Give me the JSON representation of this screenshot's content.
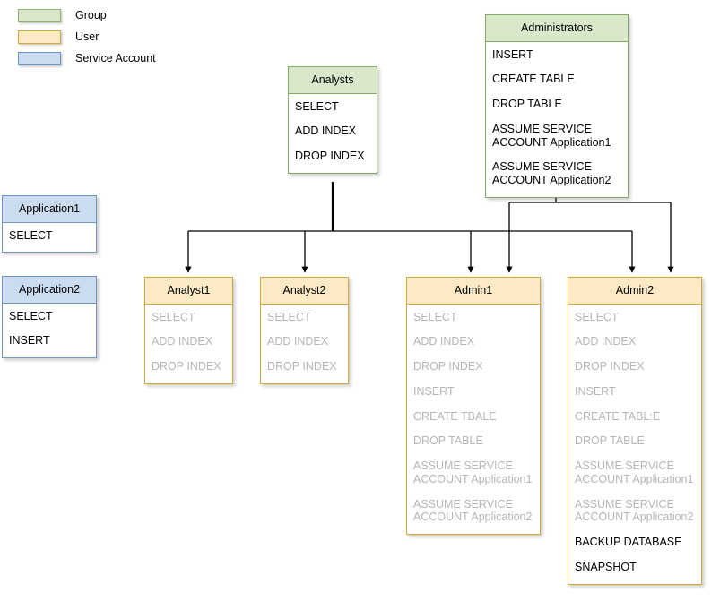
{
  "legend": {
    "items": [
      {
        "label": "Group",
        "swatch": "group",
        "color": "#d9e8cb"
      },
      {
        "label": "User",
        "swatch": "user",
        "color": "#fbeac4"
      },
      {
        "label": "Service Account",
        "swatch": "service",
        "color": "#ccdcf0"
      }
    ]
  },
  "nodes": {
    "analysts": {
      "title": "Analysts",
      "type": "group",
      "permissions": [
        {
          "text": "SELECT",
          "inherited": false
        },
        {
          "text": "ADD INDEX",
          "inherited": false
        },
        {
          "text": "DROP INDEX",
          "inherited": false
        }
      ]
    },
    "administrators": {
      "title": "Administrators",
      "type": "group",
      "permissions": [
        {
          "text": "INSERT",
          "inherited": false
        },
        {
          "text": "CREATE TABLE",
          "inherited": false
        },
        {
          "text": "DROP TABLE",
          "inherited": false
        },
        {
          "text": "ASSUME SERVICE\nACCOUNT Application1",
          "inherited": false
        },
        {
          "text": "ASSUME SERVICE\nACCOUNT Application2",
          "inherited": false
        }
      ]
    },
    "application1": {
      "title": "Application1",
      "type": "service",
      "permissions": [
        {
          "text": "SELECT",
          "inherited": false
        }
      ]
    },
    "application2": {
      "title": "Application2",
      "type": "service",
      "permissions": [
        {
          "text": "SELECT",
          "inherited": false
        },
        {
          "text": "INSERT",
          "inherited": false
        }
      ]
    },
    "analyst1": {
      "title": "Analyst1",
      "type": "user",
      "permissions": [
        {
          "text": "SELECT",
          "inherited": true
        },
        {
          "text": "ADD INDEX",
          "inherited": true
        },
        {
          "text": "DROP INDEX",
          "inherited": true
        }
      ]
    },
    "analyst2": {
      "title": "Analyst2",
      "type": "user",
      "permissions": [
        {
          "text": "SELECT",
          "inherited": true
        },
        {
          "text": "ADD INDEX",
          "inherited": true
        },
        {
          "text": "DROP INDEX",
          "inherited": true
        }
      ]
    },
    "admin1": {
      "title": "Admin1",
      "type": "user",
      "permissions": [
        {
          "text": "SELECT",
          "inherited": true
        },
        {
          "text": "ADD INDEX",
          "inherited": true
        },
        {
          "text": "DROP INDEX",
          "inherited": true
        },
        {
          "text": "INSERT",
          "inherited": true
        },
        {
          "text": "CREATE TBALE",
          "inherited": true
        },
        {
          "text": "DROP TABLE",
          "inherited": true
        },
        {
          "text": "ASSUME SERVICE\nACCOUNT Application1",
          "inherited": true
        },
        {
          "text": "ASSUME SERVICE\nACCOUNT Application2",
          "inherited": true
        }
      ]
    },
    "admin2": {
      "title": "Admin2",
      "type": "user",
      "permissions": [
        {
          "text": "SELECT",
          "inherited": true
        },
        {
          "text": "ADD INDEX",
          "inherited": true
        },
        {
          "text": "DROP INDEX",
          "inherited": true
        },
        {
          "text": "INSERT",
          "inherited": true
        },
        {
          "text": "CREATE TABL:E",
          "inherited": true
        },
        {
          "text": "DROP TABLE",
          "inherited": true
        },
        {
          "text": "ASSUME SERVICE\nACCOUNT Application1",
          "inherited": true
        },
        {
          "text": "ASSUME SERVICE\nACCOUNT Application2",
          "inherited": true
        },
        {
          "text": "BACKUP DATABASE",
          "inherited": false
        },
        {
          "text": "SNAPSHOT",
          "inherited": false
        }
      ]
    }
  },
  "edges": {
    "stroke": "#000000",
    "connections": [
      {
        "from": "analysts",
        "to": "analyst1"
      },
      {
        "from": "analysts",
        "to": "analyst2"
      },
      {
        "from": "analysts",
        "to": "admin1"
      },
      {
        "from": "analysts",
        "to": "admin2"
      },
      {
        "from": "administrators",
        "to": "admin1"
      },
      {
        "from": "administrators",
        "to": "admin2"
      }
    ]
  }
}
